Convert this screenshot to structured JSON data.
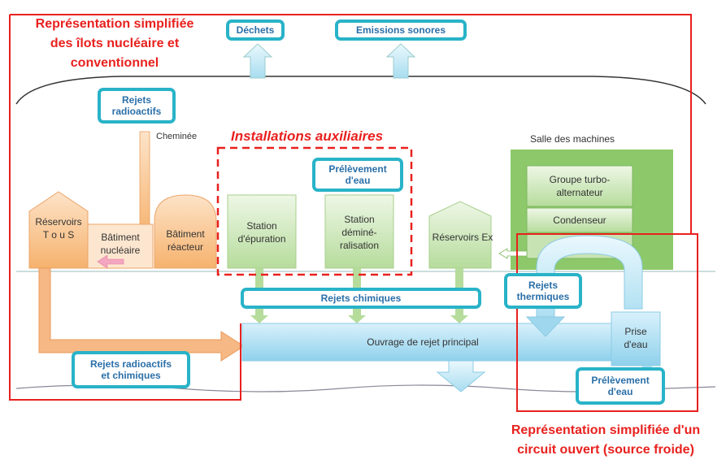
{
  "titles": {
    "nuclear": [
      "Représentation simplifiée",
      "des îlots nucléaire et",
      "conventionnel"
    ],
    "auxiliary": "Installations auxiliaires",
    "open_circuit": [
      "Représentation simplifiée d'un",
      "circuit ouvert (source froide)"
    ]
  },
  "labels": {
    "dechets": "Déchets",
    "emissions": "Emissions sonores",
    "rejets_radioactifs": [
      "Rejets",
      "radioactifs"
    ],
    "prelevement_top": [
      "Prélèvement",
      "d'eau"
    ],
    "rejets_chimiques": "Rejets chimiques",
    "rejets_thermiques": [
      "Rejets",
      "thermiques"
    ],
    "rejets_radio_chim": [
      "Rejets radioactifs",
      "et chimiques"
    ],
    "prelevement_bottom": [
      "Prélèvement",
      "d'eau"
    ]
  },
  "buildings": {
    "cheminee": "Cheminée",
    "reservoirs_tous": [
      "Réservoirs",
      "T o u S"
    ],
    "batiment_nucleaire": [
      "Bâtiment",
      "nucléaire"
    ],
    "batiment_reacteur": [
      "Bâtiment",
      "réacteur"
    ],
    "station_epuration": [
      "Station",
      "d'épuration"
    ],
    "station_demin": [
      "Station",
      "déminé-",
      "ralisation"
    ],
    "reservoirs_ex": "Réservoirs Ex",
    "salle_machines": "Salle des machines",
    "groupe_turbo": [
      "Groupe turbo-",
      "alternateur"
    ],
    "condenseur": "Condenseur",
    "ouvrage_rejet": "Ouvrage de rejet principal",
    "prise_eau": [
      "Prise",
      "d'eau"
    ]
  },
  "colors": {
    "red": "#e8211e",
    "teal": "#29b3c8",
    "label_text": "#2a6fa8",
    "orange": "#f7b77a",
    "green": "#8dc96b",
    "blue": "#9fd8ee"
  }
}
